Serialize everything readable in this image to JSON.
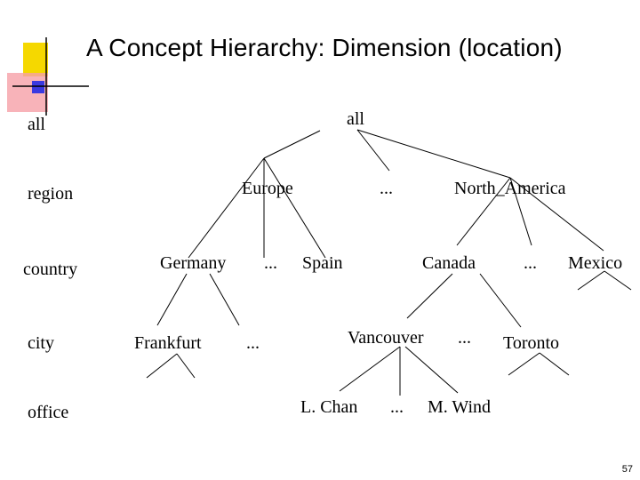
{
  "title": "A Concept Hierarchy: Dimension (location)",
  "levels": [
    "all",
    "region",
    "country",
    "city",
    "office"
  ],
  "nodes": {
    "all": "all",
    "europe": "Europe",
    "region_ellipsis": "...",
    "north_america": "North_America",
    "germany": "Germany",
    "country_ellipsis_1": "...",
    "spain": "Spain",
    "canada": "Canada",
    "country_ellipsis_2": "...",
    "mexico": "Mexico",
    "frankfurt": "Frankfurt",
    "city_ellipsis_1": "...",
    "vancouver": "Vancouver",
    "city_ellipsis_2": "...",
    "toronto": "Toronto",
    "l_chan": "L. Chan",
    "office_ellipsis": "...",
    "m_wind": "M. Wind"
  },
  "page_number": "57",
  "colors": {
    "logo_yellow": "#f5d800",
    "logo_red": "#f04a4a",
    "logo_blue": "#3a3ae0"
  }
}
